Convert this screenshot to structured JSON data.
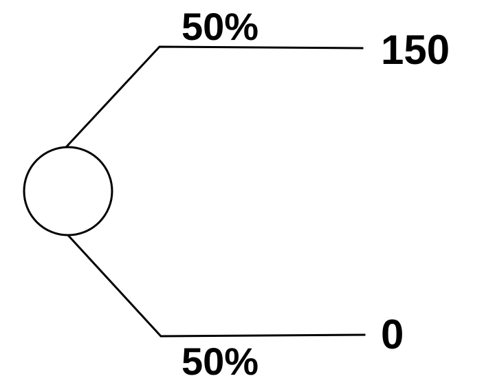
{
  "diagram": {
    "type": "decision-tree",
    "node": {
      "kind": "chance"
    },
    "branches": [
      {
        "probability": "50%",
        "payoff": "150"
      },
      {
        "probability": "50%",
        "payoff": "0"
      }
    ],
    "colors": {
      "line": "#000000",
      "background": "#ffffff",
      "text": "#000000"
    }
  }
}
